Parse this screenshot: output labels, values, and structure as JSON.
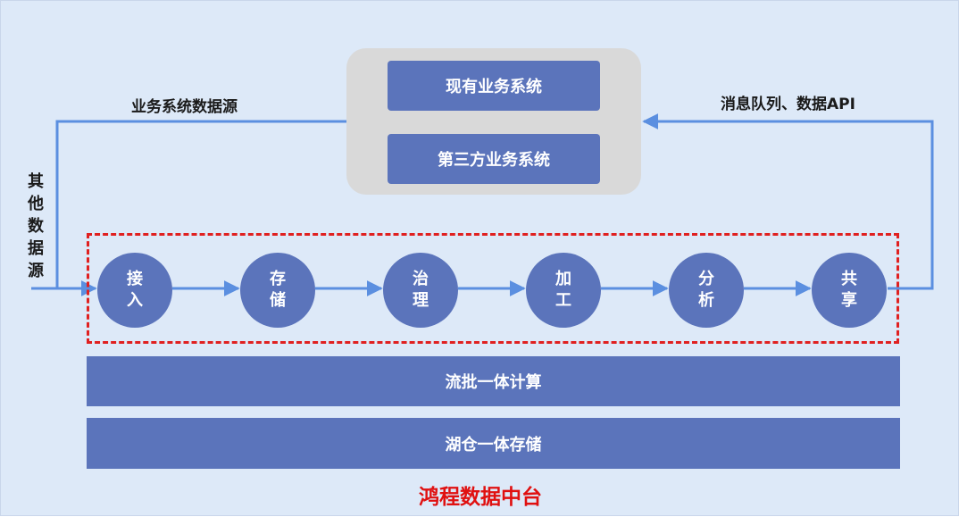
{
  "systems": {
    "existing": "现有业务系统",
    "third_party": "第三方业务系统"
  },
  "labels": {
    "business_source": "业务系统数据源",
    "queue_api": "消息队列、数据API",
    "other_source": "其他数据源"
  },
  "steps": [
    "接入",
    "存储",
    "治理",
    "加工",
    "分析",
    "共享"
  ],
  "bars": {
    "compute": "流批一体计算",
    "storage": "湖仓一体存储"
  },
  "platform_title": "鸿程数据中台",
  "colors": {
    "node": "#5b74bb",
    "arrow": "#5b8fe0",
    "highlight": "#e02020",
    "background": "#dde9f8"
  }
}
